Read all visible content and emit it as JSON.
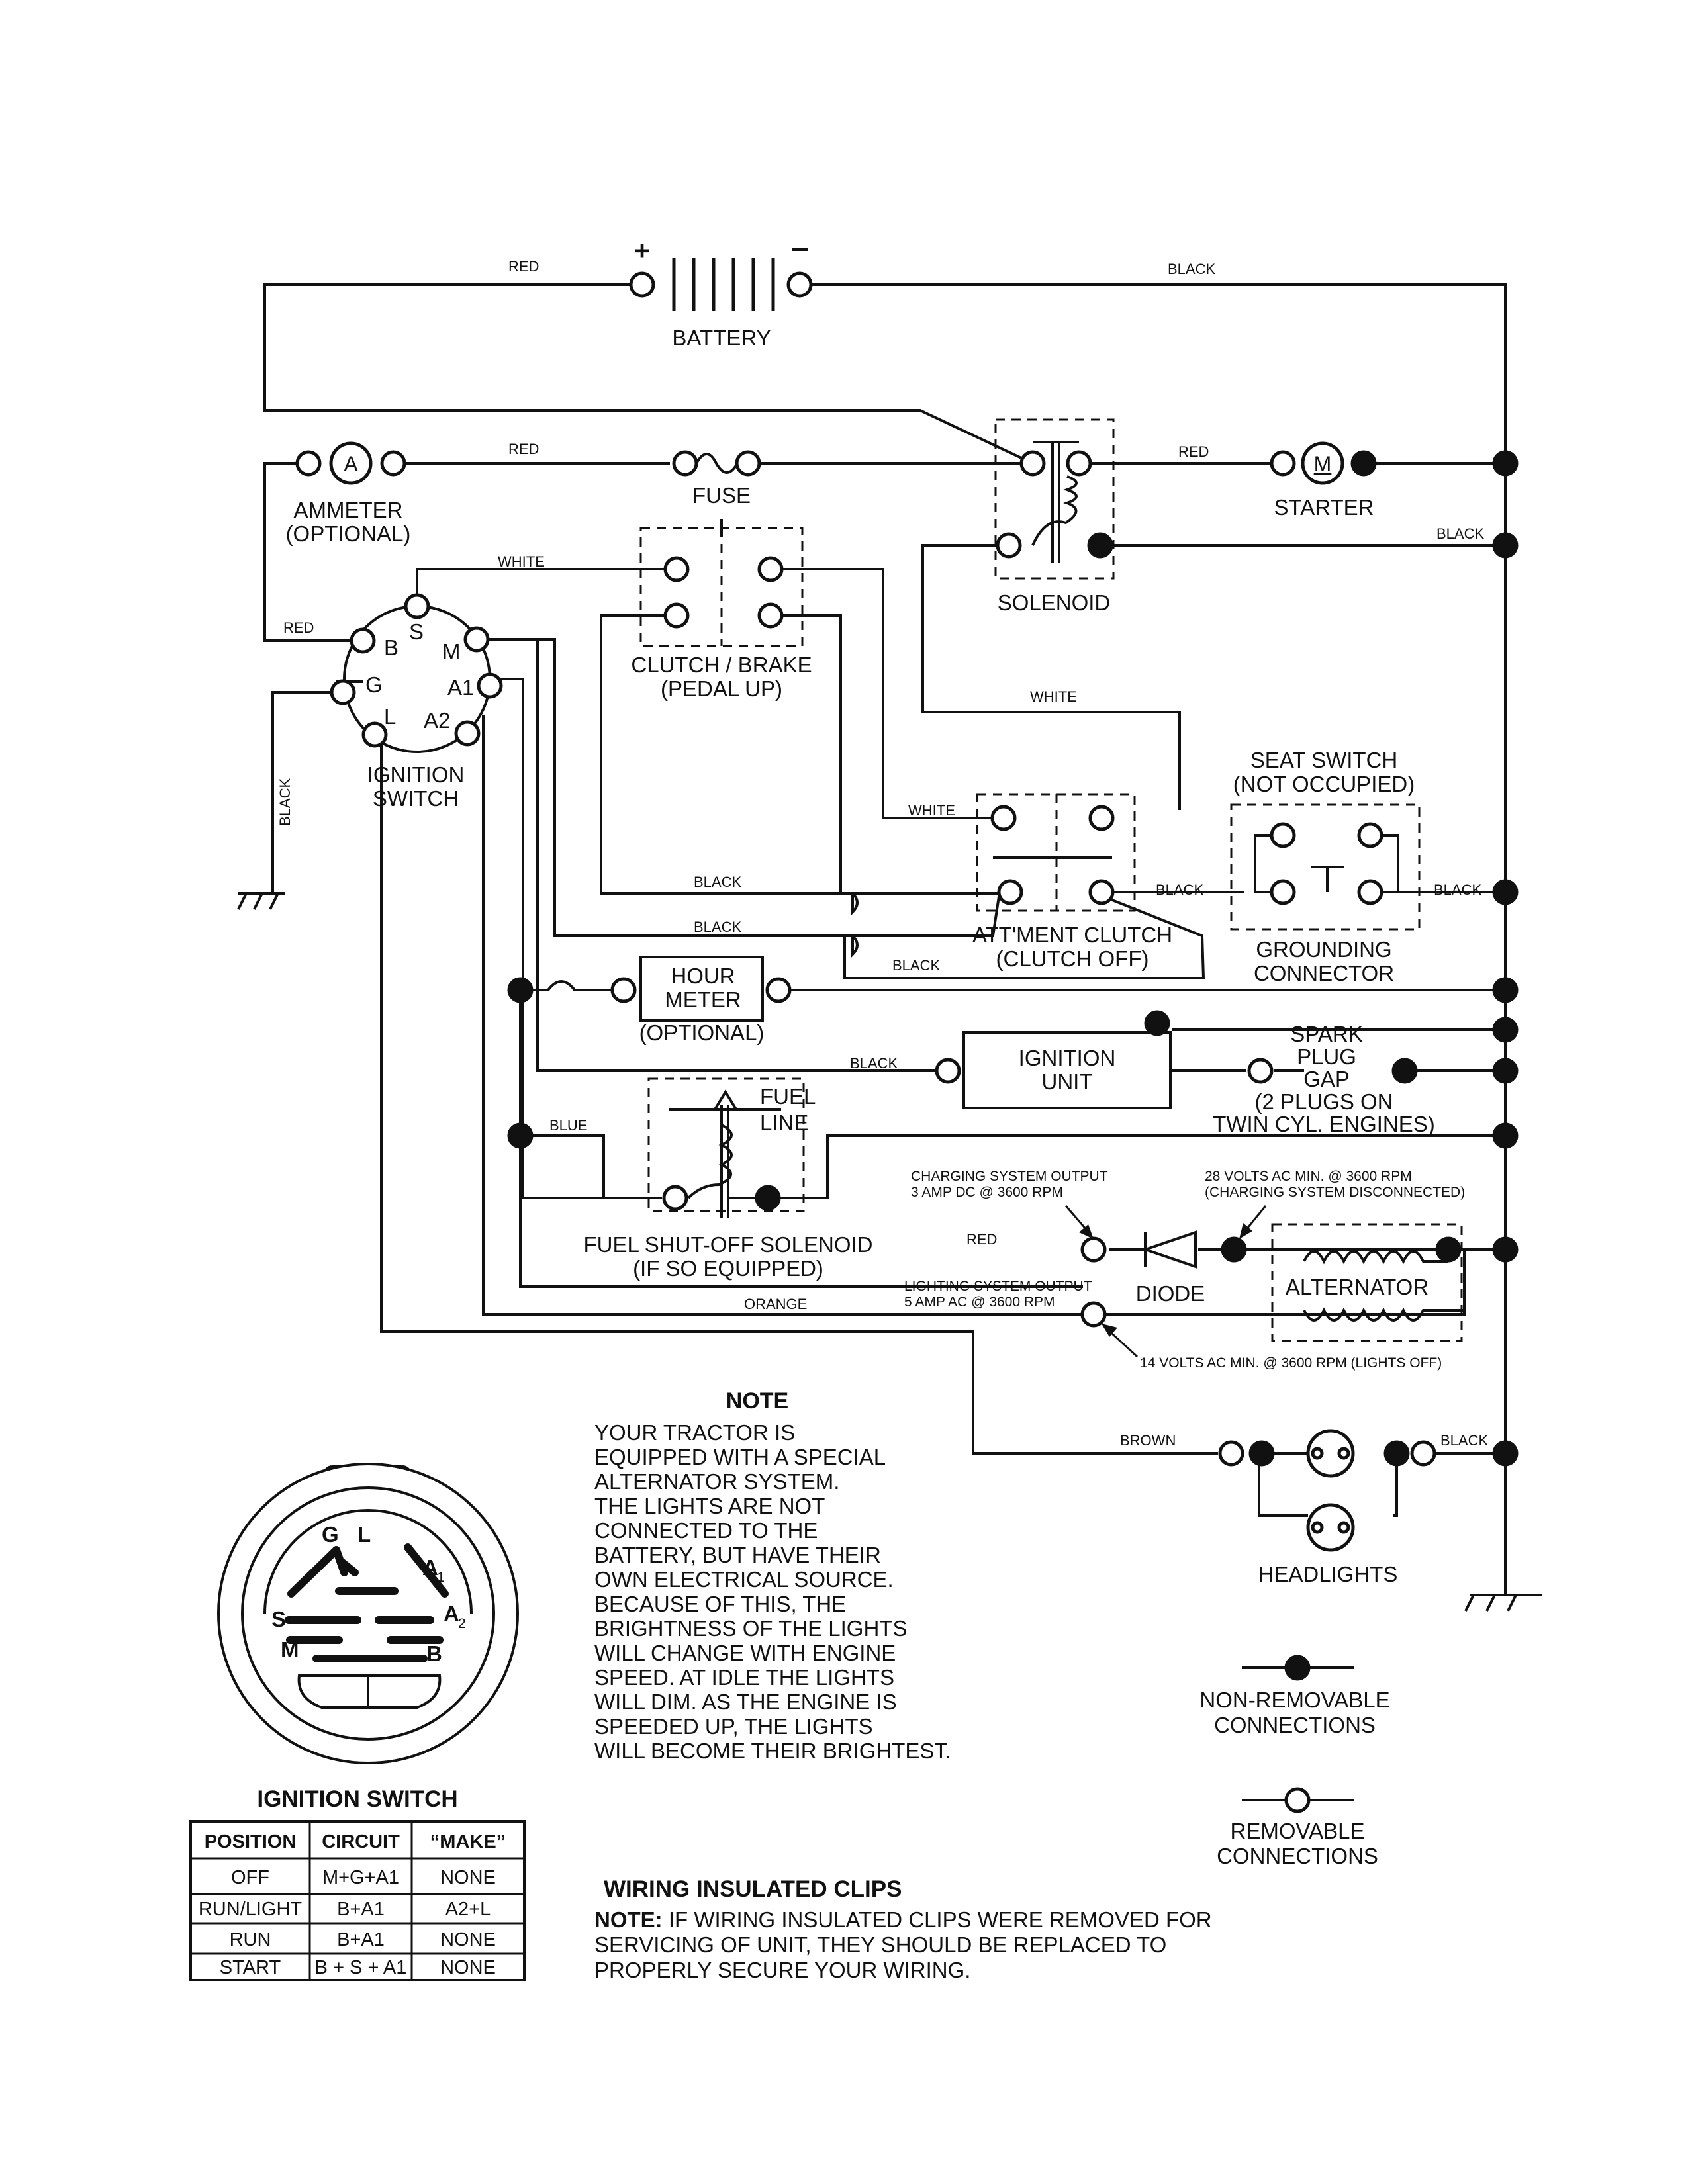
{
  "components": {
    "battery": "BATTERY",
    "ammeter_line1": "AMMETER",
    "ammeter_line2": "(OPTIONAL)",
    "ammeter_symbol": "A",
    "fuse": "FUSE",
    "starter": "STARTER",
    "starter_symbol": "M",
    "solenoid": "SOLENOID",
    "clutch_brake_line1": "CLUTCH / BRAKE",
    "clutch_brake_line2": "(PEDAL UP)",
    "ignition_switch_line1": "IGNITION",
    "ignition_switch_line2": "SWITCH",
    "seat_switch_line1": "SEAT SWITCH",
    "seat_switch_line2": "(NOT OCCUPIED)",
    "grounding_connector_line1": "GROUNDING",
    "grounding_connector_line2": "CONNECTOR",
    "attment_clutch_line1": "ATT'MENT CLUTCH",
    "attment_clutch_line2": "(CLUTCH OFF)",
    "hour_meter_line1": "HOUR",
    "hour_meter_line2": "METER",
    "hour_meter_line3": "(OPTIONAL)",
    "ignition_unit_line1": "IGNITION",
    "ignition_unit_line2": "UNIT",
    "spark_plug_line1": "SPARK",
    "spark_plug_line2": "PLUG",
    "spark_plug_line3": "GAP",
    "spark_plug_line4": "(2 PLUGS ON",
    "spark_plug_line5": "TWIN CYL. ENGINES)",
    "fuel_line_line1": "FUEL",
    "fuel_line_line2": "LINE",
    "fuel_solenoid_line1": "FUEL SHUT-OFF SOLENOID",
    "fuel_solenoid_line2": "(IF SO EQUIPPED)",
    "diode": "DIODE",
    "alternator": "ALTERNATOR",
    "headlights": "HEADLIGHTS"
  },
  "terminals": {
    "b": "B",
    "s": "S",
    "m": "M",
    "g": "G",
    "a1": "A1",
    "l": "L",
    "a2": "A2",
    "plus": "+",
    "minus": "−"
  },
  "wires": {
    "red": "RED",
    "black": "BLACK",
    "white": "WHITE",
    "blue": "BLUE",
    "orange": "ORANGE",
    "brown": "BROWN"
  },
  "annotations": {
    "charging_output_line1": "CHARGING SYSTEM OUTPUT",
    "charging_output_line2": "3 AMP DC @ 3600 RPM",
    "volts28_line1": "28 VOLTS AC MIN. @ 3600 RPM",
    "volts28_line2": "(CHARGING SYSTEM DISCONNECTED)",
    "lighting_output_line1": "LIGHTING SYSTEM OUTPUT",
    "lighting_output_line2": "5 AMP AC @ 3600 RPM",
    "volts14": "14 VOLTS AC MIN. @ 3600 RPM (LIGHTS OFF)"
  },
  "note": {
    "title": "NOTE",
    "lines": [
      "YOUR TRACTOR IS",
      "EQUIPPED WITH A SPECIAL",
      "ALTERNATOR SYSTEM.",
      "THE LIGHTS ARE NOT",
      "CONNECTED TO THE",
      "BATTERY, BUT HAVE THEIR",
      "OWN ELECTRICAL SOURCE.",
      "BECAUSE OF THIS, THE",
      "BRIGHTNESS OF THE LIGHTS",
      "WILL CHANGE WITH ENGINE",
      "SPEED.  AT IDLE THE LIGHTS",
      "WILL DIM.  AS THE ENGINE IS",
      "SPEEDED UP, THE LIGHTS",
      "WILL BECOME THEIR BRIGHTEST."
    ]
  },
  "legend": {
    "non_removable_line1": "NON-REMOVABLE",
    "non_removable_line2": "CONNECTIONS",
    "removable_line1": "REMOVABLE",
    "removable_line2": "CONNECTIONS"
  },
  "ignition_switch_view": {
    "title": "IGNITION SWITCH",
    "labels": {
      "g": "G",
      "l": "L",
      "a1": "A",
      "a1_sub": "1",
      "s": "S",
      "a2": "A",
      "a2_sub": "2",
      "m": "M",
      "b": "B"
    }
  },
  "ignition_table": {
    "headers": [
      "POSITION",
      "CIRCUIT",
      "“MAKE”"
    ],
    "rows": [
      [
        "OFF",
        "M+G+A1",
        "NONE"
      ],
      [
        "RUN/LIGHT",
        "B+A1",
        "A2+L"
      ],
      [
        "RUN",
        "B+A1",
        "NONE"
      ],
      [
        "START",
        "B + S + A1",
        "NONE"
      ]
    ]
  },
  "clips": {
    "title": "WIRING INSULATED CLIPS",
    "note_label": "NOTE:",
    "line1": " IF WIRING INSULATED CLIPS WERE REMOVED FOR",
    "line2": "SERVICING OF UNIT, THEY SHOULD BE REPLACED TO",
    "line3": "PROPERLY SECURE YOUR WIRING."
  }
}
